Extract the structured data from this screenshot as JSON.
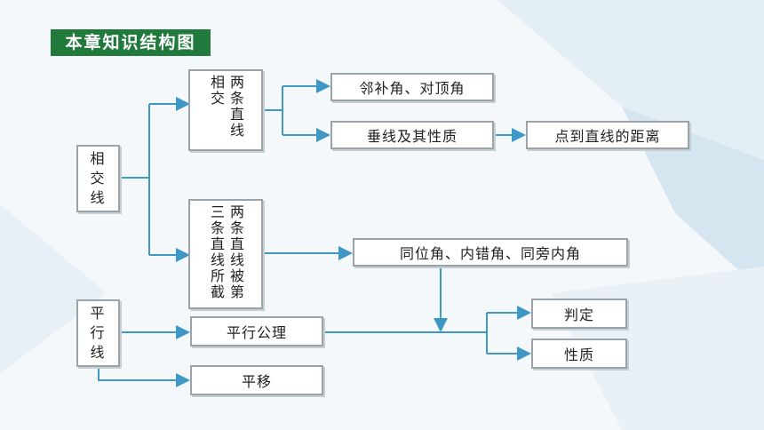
{
  "title": "本章知识结构图",
  "nodes": {
    "intersecting": "相交线",
    "parallel": "平行线",
    "two_lines_intersect": "两条直线相交",
    "two_lines_cut": "两条直线被第三条直线所截",
    "adjacent_vertical": "邻补角、对顶角",
    "perpendicular": "垂线及其性质",
    "point_distance": "点到直线的距离",
    "angle_types": "同位角、内错角、同旁内角",
    "parallel_axiom": "平行公理",
    "translation": "平移",
    "judgment": "判定",
    "property": "性质"
  },
  "colors": {
    "title_bg": "#1f7a3c",
    "connector": "#3f97c6",
    "box_border": "#9aa3a8"
  }
}
